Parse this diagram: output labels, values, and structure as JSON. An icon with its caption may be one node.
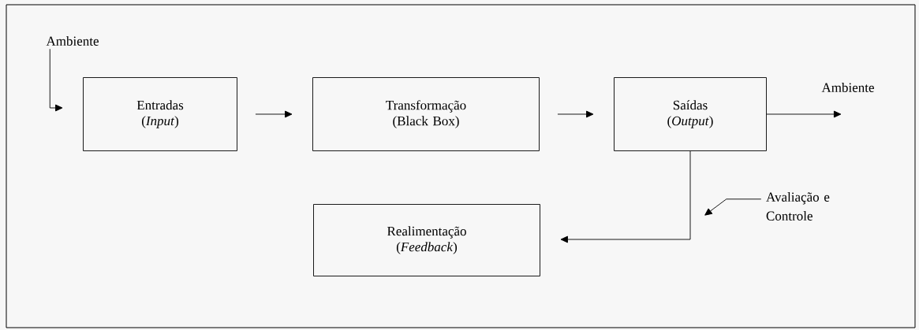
{
  "diagram": {
    "nodes": [
      {
        "text": [
          "Ambiente"
        ]
      },
      {
        "text": [
          "Entradas (*Input*)"
        ]
      },
      {
        "text": [
          "Transformação (Black Box)"
        ]
      },
      {
        "text": [
          "Saídas (*Output*)"
        ]
      },
      {
        "text": [
          "Realimentação (*Feedback*)"
        ]
      },
      {
        "text": [
          "Avaliação e Controle"
        ]
      }
    ],
    "edges": [
      {
        "from": 0,
        "to": 1,
        "arrow": "to"
      },
      {
        "from": 1,
        "to": 2,
        "arrow": "to"
      },
      {
        "from": 2,
        "to": 3,
        "arrow": "to"
      },
      {
        "from": 3,
        "to": null,
        "arrow": "to"
      },
      {
        "from": 3,
        "to": 4,
        "arrow": "to"
      },
      {
        "from": 5,
        "to": null,
        "arrow": "to"
      }
    ],
    "labels": [
      "Ambiente"
    ]
  }
}
